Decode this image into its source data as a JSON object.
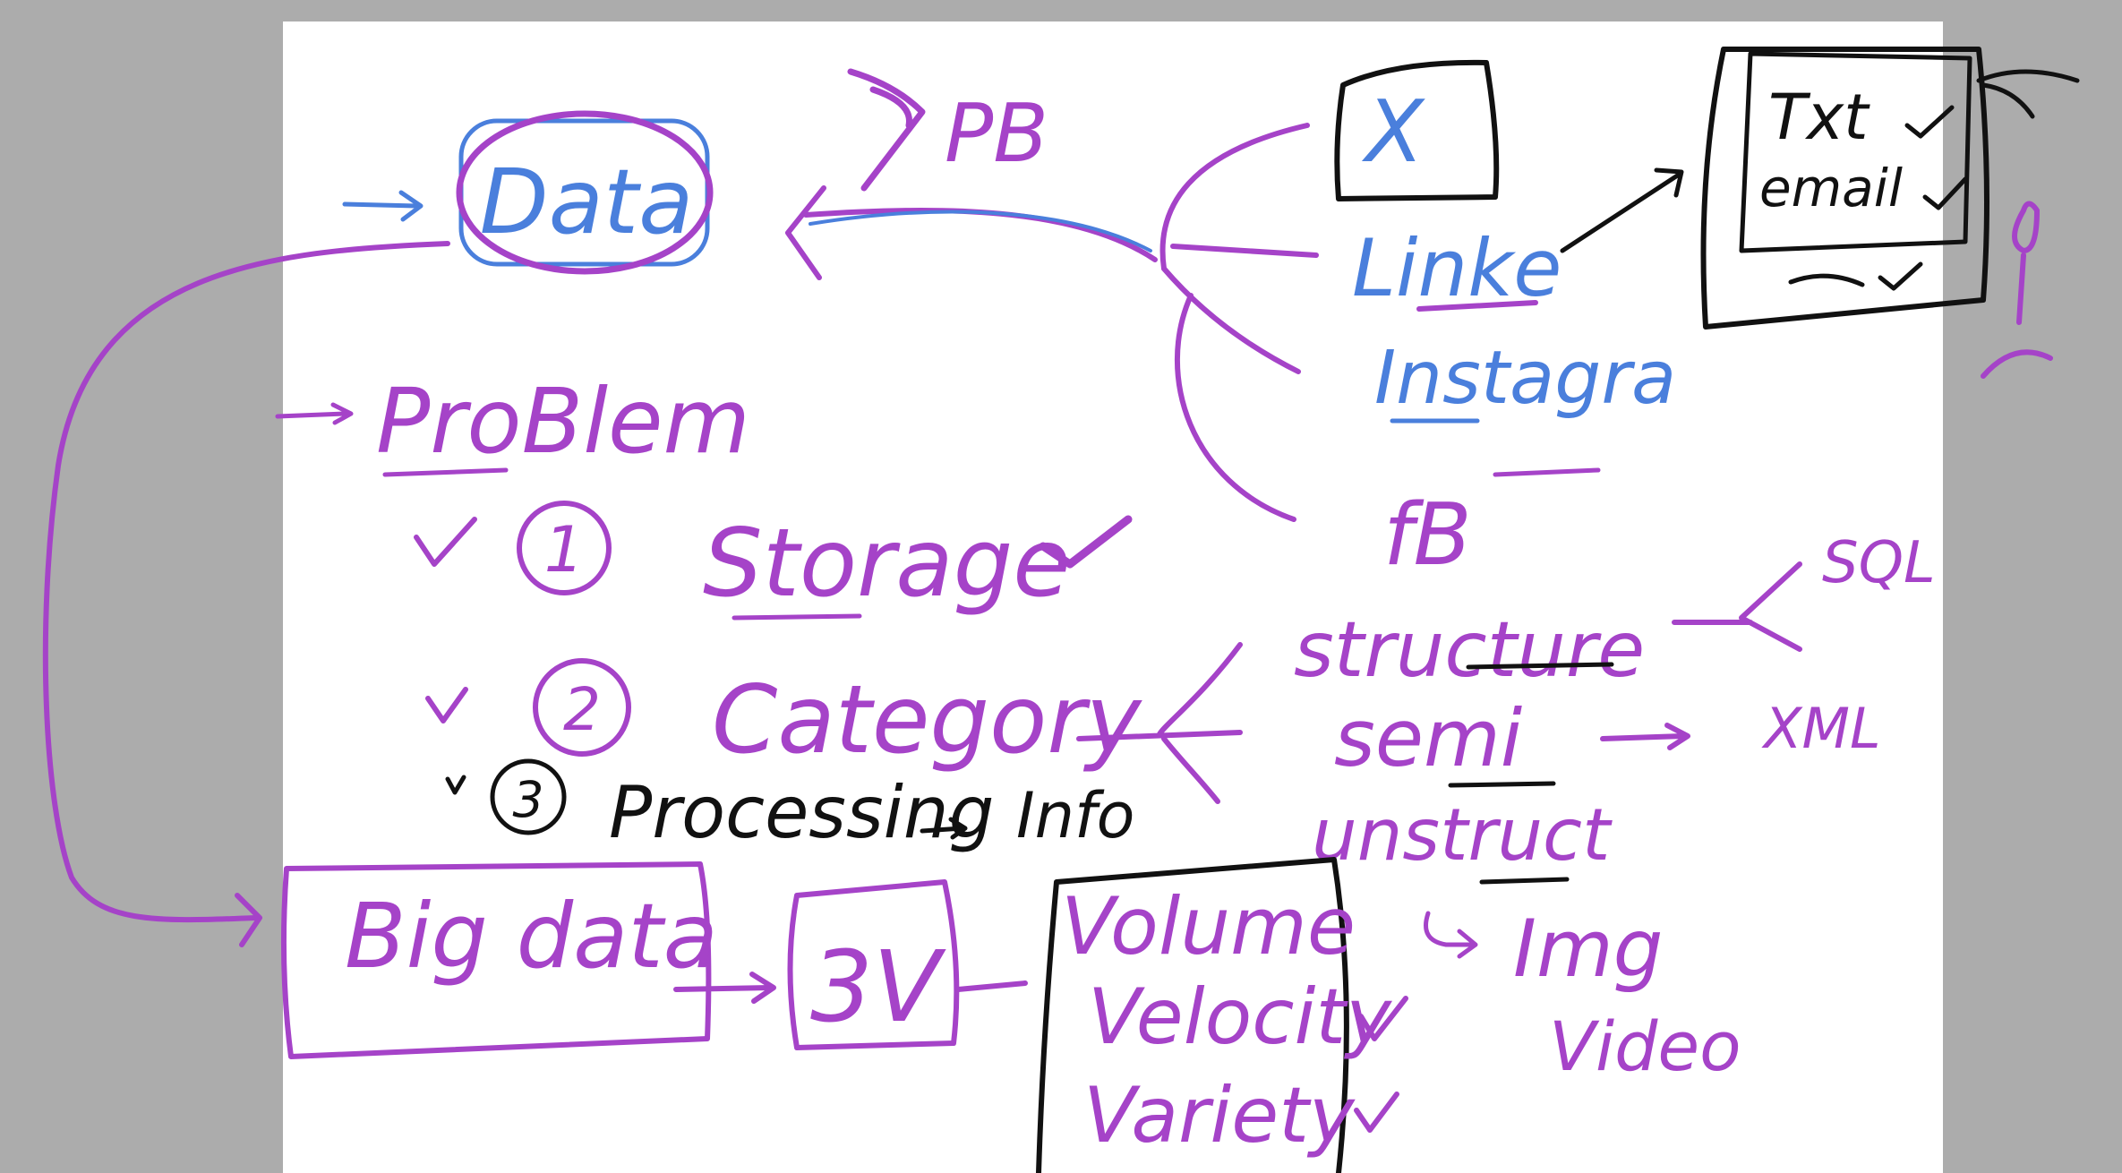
{
  "colors": {
    "purple": "#a543c8",
    "blue": "#4a7fdc",
    "black": "#111111",
    "background": "#acacac",
    "page": "#ffffff"
  },
  "labels": {
    "data": "Data",
    "pb": "PB",
    "x": "X",
    "linkedin": "Linke",
    "instagram": "Instagra",
    "fb": "fB",
    "problem": "ProBlem",
    "num1": "1",
    "storage": "Storage",
    "num2": "2",
    "category": "Category",
    "num3": "3",
    "processing": "Processing",
    "info": "Info",
    "structured": "structure",
    "sql": "SQL",
    "semi": "semi",
    "xml": "XML",
    "unstructured": "unstruct",
    "img": "Img",
    "video": "Video",
    "bigdata": "Big data",
    "threev": "3V",
    "volume": "Volume",
    "velocity": "Velocity",
    "variety": "Variety",
    "txt": "Txt",
    "email": "email"
  }
}
